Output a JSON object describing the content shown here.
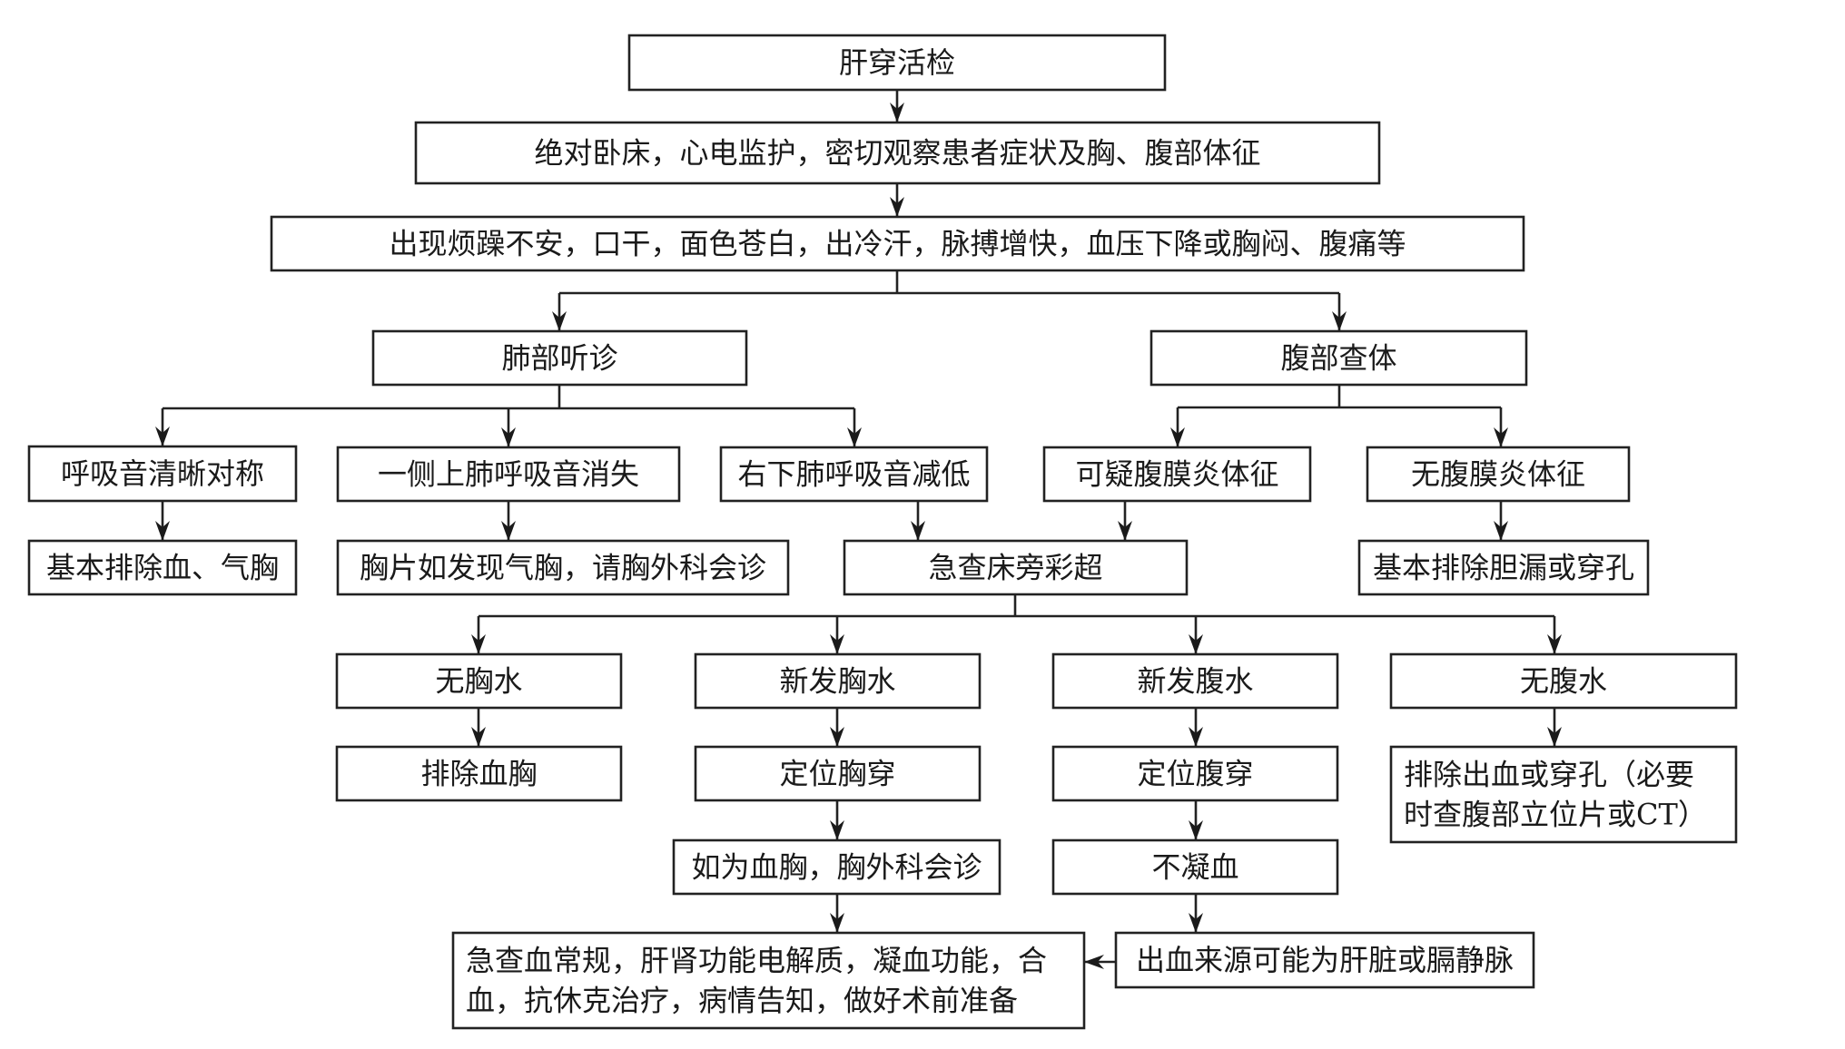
{
  "diagram": {
    "type": "flowchart",
    "nodes": [
      {
        "id": "liver_biopsy",
        "lines": [
          "肝穿活检"
        ]
      },
      {
        "id": "bed_rest",
        "lines": [
          "绝对卧床，心电监护，密切观察患者症状及胸、腹部体征"
        ]
      },
      {
        "id": "symptoms",
        "lines": [
          "出现烦躁不安，口干，面色苍白，出冷汗，脉搏增快，血压下降或胸闷、腹痛等"
        ]
      },
      {
        "id": "lung_auscultation",
        "lines": [
          "肺部听诊"
        ]
      },
      {
        "id": "abdominal_exam",
        "lines": [
          "腹部查体"
        ]
      },
      {
        "id": "breath_clear",
        "lines": [
          "呼吸音清晰对称"
        ]
      },
      {
        "id": "upper_lung_absent",
        "lines": [
          "一侧上肺呼吸音消失"
        ]
      },
      {
        "id": "lower_right_reduced",
        "lines": [
          "右下肺呼吸音减低"
        ]
      },
      {
        "id": "peritonitis_suspect",
        "lines": [
          "可疑腹膜炎体征"
        ]
      },
      {
        "id": "no_peritonitis",
        "lines": [
          "无腹膜炎体征"
        ]
      },
      {
        "id": "rule_out_hemo_pneumo",
        "lines": [
          "基本排除血、气胸"
        ]
      },
      {
        "id": "chest_xray",
        "lines": [
          "胸片如发现气胸，请胸外科会诊"
        ]
      },
      {
        "id": "bedside_ultrasound",
        "lines": [
          "急查床旁彩超"
        ]
      },
      {
        "id": "rule_out_bile_leak",
        "lines": [
          "基本排除胆漏或穿孔"
        ]
      },
      {
        "id": "no_pleural_effusion",
        "lines": [
          "无胸水"
        ]
      },
      {
        "id": "new_pleural_effusion",
        "lines": [
          "新发胸水"
        ]
      },
      {
        "id": "new_ascites",
        "lines": [
          "新发腹水"
        ]
      },
      {
        "id": "no_ascites",
        "lines": [
          "无腹水"
        ]
      },
      {
        "id": "rule_out_hemothorax",
        "lines": [
          "排除血胸"
        ]
      },
      {
        "id": "thoracentesis",
        "lines": [
          "定位胸穿"
        ]
      },
      {
        "id": "paracentesis",
        "lines": [
          "定位腹穿"
        ]
      },
      {
        "id": "rule_out_bleeding",
        "lines": [
          "排除出血或穿孔（必要",
          "时查腹部立位片或CT）"
        ]
      },
      {
        "id": "hemothorax_consult",
        "lines": [
          "如为血胸，胸外科会诊"
        ]
      },
      {
        "id": "non_clotting",
        "lines": [
          "不凝血"
        ]
      },
      {
        "id": "emergency_tests",
        "lines": [
          "急查血常规，肝肾功能电解质，凝血功能，合",
          "血，抗休克治疗，病情告知，做好术前准备"
        ]
      },
      {
        "id": "bleeding_source",
        "lines": [
          "出血来源可能为肝脏或膈静脉"
        ]
      }
    ],
    "edges": [
      {
        "from": "liver_biopsy",
        "to": "bed_rest"
      },
      {
        "from": "bed_rest",
        "to": "symptoms"
      },
      {
        "from": "symptoms",
        "to": "lung_auscultation"
      },
      {
        "from": "symptoms",
        "to": "abdominal_exam"
      },
      {
        "from": "lung_auscultation",
        "to": "breath_clear"
      },
      {
        "from": "lung_auscultation",
        "to": "upper_lung_absent"
      },
      {
        "from": "lung_auscultation",
        "to": "lower_right_reduced"
      },
      {
        "from": "abdominal_exam",
        "to": "peritonitis_suspect"
      },
      {
        "from": "abdominal_exam",
        "to": "no_peritonitis"
      },
      {
        "from": "breath_clear",
        "to": "rule_out_hemo_pneumo"
      },
      {
        "from": "upper_lung_absent",
        "to": "chest_xray"
      },
      {
        "from": "lower_right_reduced",
        "to": "bedside_ultrasound"
      },
      {
        "from": "peritonitis_suspect",
        "to": "bedside_ultrasound"
      },
      {
        "from": "no_peritonitis",
        "to": "rule_out_bile_leak"
      },
      {
        "from": "bedside_ultrasound",
        "to": "no_pleural_effusion"
      },
      {
        "from": "bedside_ultrasound",
        "to": "new_pleural_effusion"
      },
      {
        "from": "bedside_ultrasound",
        "to": "new_ascites"
      },
      {
        "from": "bedside_ultrasound",
        "to": "no_ascites"
      },
      {
        "from": "no_pleural_effusion",
        "to": "rule_out_hemothorax"
      },
      {
        "from": "new_pleural_effusion",
        "to": "thoracentesis"
      },
      {
        "from": "thoracentesis",
        "to": "hemothorax_consult"
      },
      {
        "from": "hemothorax_consult",
        "to": "emergency_tests"
      },
      {
        "from": "new_ascites",
        "to": "paracentesis"
      },
      {
        "from": "paracentesis",
        "to": "non_clotting"
      },
      {
        "from": "non_clotting",
        "to": "bleeding_source"
      },
      {
        "from": "bleeding_source",
        "to": "emergency_tests"
      },
      {
        "from": "no_ascites",
        "to": "rule_out_bleeding"
      }
    ]
  },
  "colors": {
    "line": "#222222",
    "text": "#1a1a1a",
    "background": "#ffffff"
  }
}
